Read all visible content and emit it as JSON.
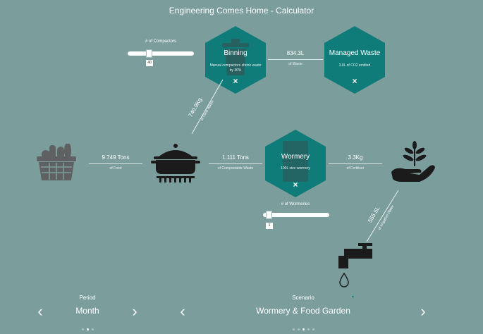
{
  "app": {
    "title": "Engineering Comes Home - Calculator"
  },
  "compactors": {
    "label": "# of Compactors",
    "value": "40",
    "fraction": 0.31
  },
  "binning": {
    "title": "Binning",
    "desc": "Manual compactors shrink waste by 30%",
    "close": "×"
  },
  "to_managed": {
    "value": "834.3L",
    "unit": "of Waste"
  },
  "managed": {
    "title": "Managed Waste",
    "desc": "3.0L of CO2 emitted",
    "close": "×"
  },
  "food_waste": {
    "value": "740.9Kg",
    "unit": "of Food Waste"
  },
  "food": {
    "value": "9.749 Tons",
    "unit": "of Food"
  },
  "compostable": {
    "value": "1.111 Tons",
    "unit": "of Compostable Waste"
  },
  "wormery": {
    "title": "Wormery",
    "desc": "100L size wormery",
    "close": "×"
  },
  "fertiliser": {
    "value": "3.3Kg",
    "unit": "of Fertiliser"
  },
  "irrigation": {
    "value": "555.5L",
    "unit": "of Irrigation Water"
  },
  "wormeries": {
    "label": "# of Wormeries",
    "value": "1",
    "fraction": 0.05
  },
  "period": {
    "label": "Period",
    "value": "Month",
    "prev": "‹",
    "next": "›",
    "active_dot": 1,
    "dot_count": 3
  },
  "scenario": {
    "label": "Scenario",
    "value": "Wormery & Food Garden",
    "prev": "‹",
    "next": "›",
    "active_dot": 2,
    "dot_count": 5
  },
  "icons": {
    "basket": "basket-icon",
    "pot": "cooking-pot-icon",
    "bin": "trash-bin-icon",
    "plant": "plant-in-hand-icon",
    "tap": "water-tap-icon",
    "drop": "water-drop-icon"
  },
  "colors": {
    "background": "#7b9e9d",
    "hex": "#107c7a",
    "icon_dark": "#1b1b1b",
    "icon_grey": "#5f6062"
  }
}
